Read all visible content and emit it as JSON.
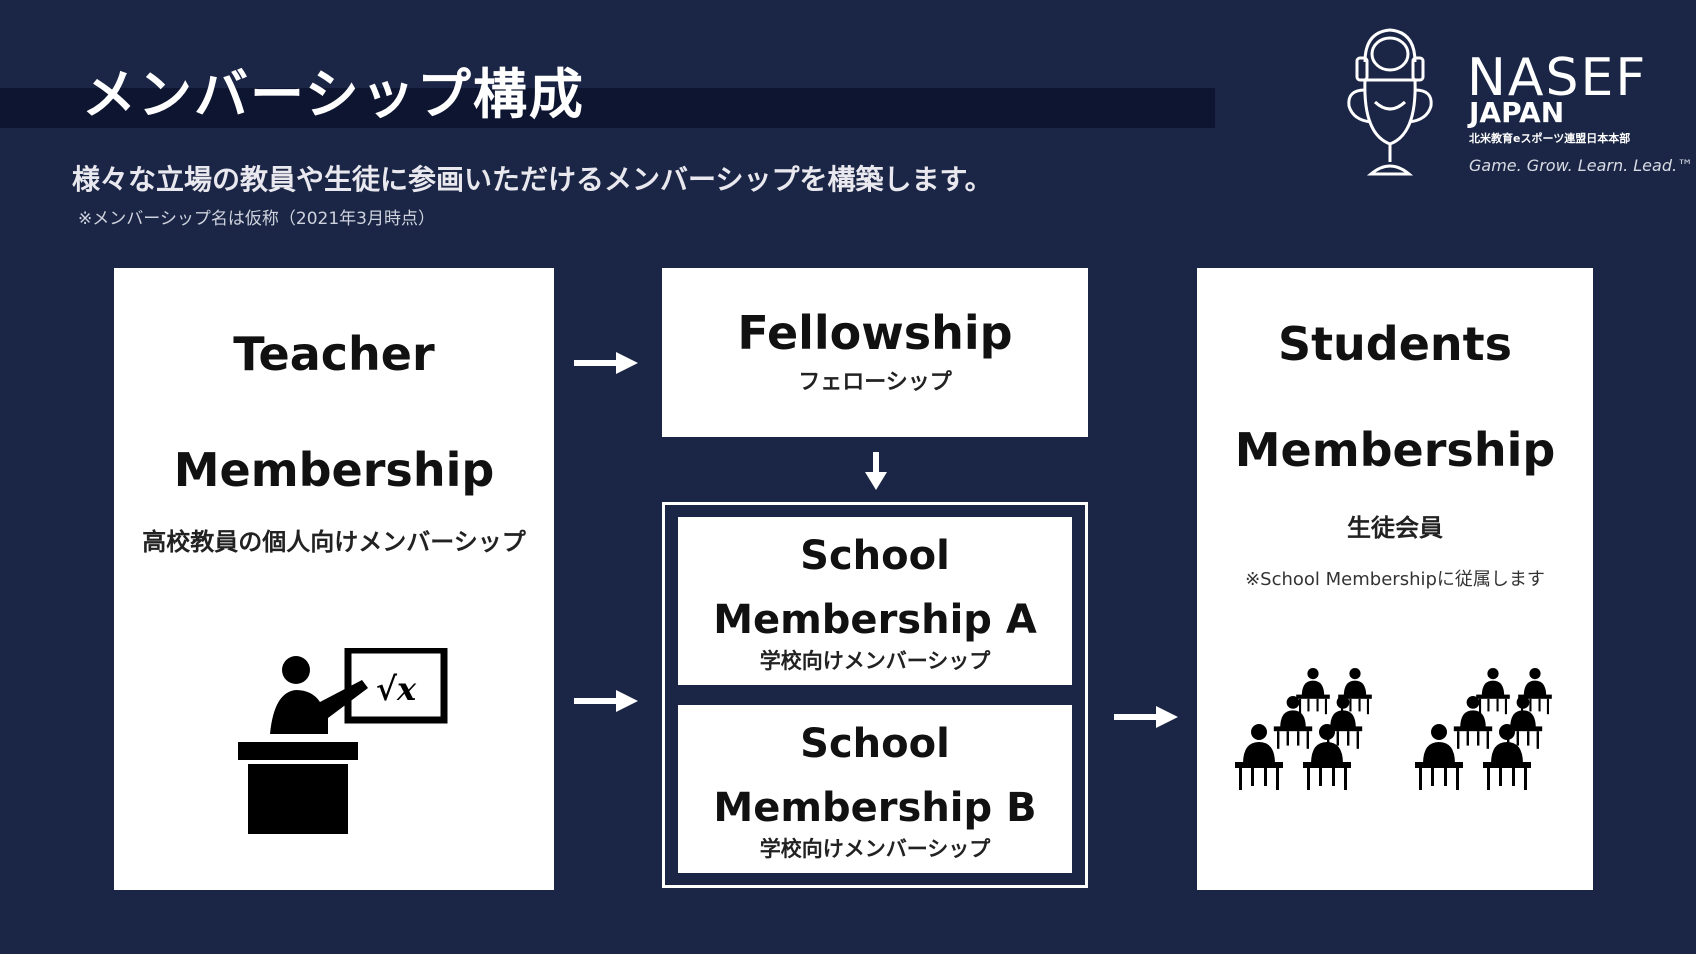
{
  "header": {
    "title": "メンバーシップ構成",
    "subtitle": "様々な立場の教員や生徒に参画いただけるメンバーシップを構築します。",
    "note": "※メンバーシップ名は仮称（2021年3月時点）"
  },
  "logo": {
    "name": "NASEF",
    "country": "JAPAN",
    "org": "北米教育eスポーツ連盟日本本部",
    "tagline": "Game. Grow. Learn. Lead.™"
  },
  "teacher": {
    "name_line1": "Teacher",
    "name_line2": "Membership",
    "desc": "高校教員の個人向けメンバーシップ",
    "icon": "teacher-icon"
  },
  "fellowship": {
    "name": "Fellowship",
    "desc": "フェローシップ"
  },
  "school_a": {
    "name_line1": "School",
    "name_line2": "Membership A",
    "desc": "学校向けメンバーシップ"
  },
  "school_b": {
    "name_line1": "School",
    "name_line2": "Membership B",
    "desc": "学校向けメンバーシップ"
  },
  "students": {
    "name_line1": "Students",
    "name_line2": "Membership",
    "desc": "生徒会員",
    "note": "※School Membershipに従属します",
    "icon": "classroom-students-icon"
  },
  "colors": {
    "background": "#1b2646",
    "title_band": "#0d1530",
    "box": "#ffffff",
    "text_dark": "#111111"
  }
}
